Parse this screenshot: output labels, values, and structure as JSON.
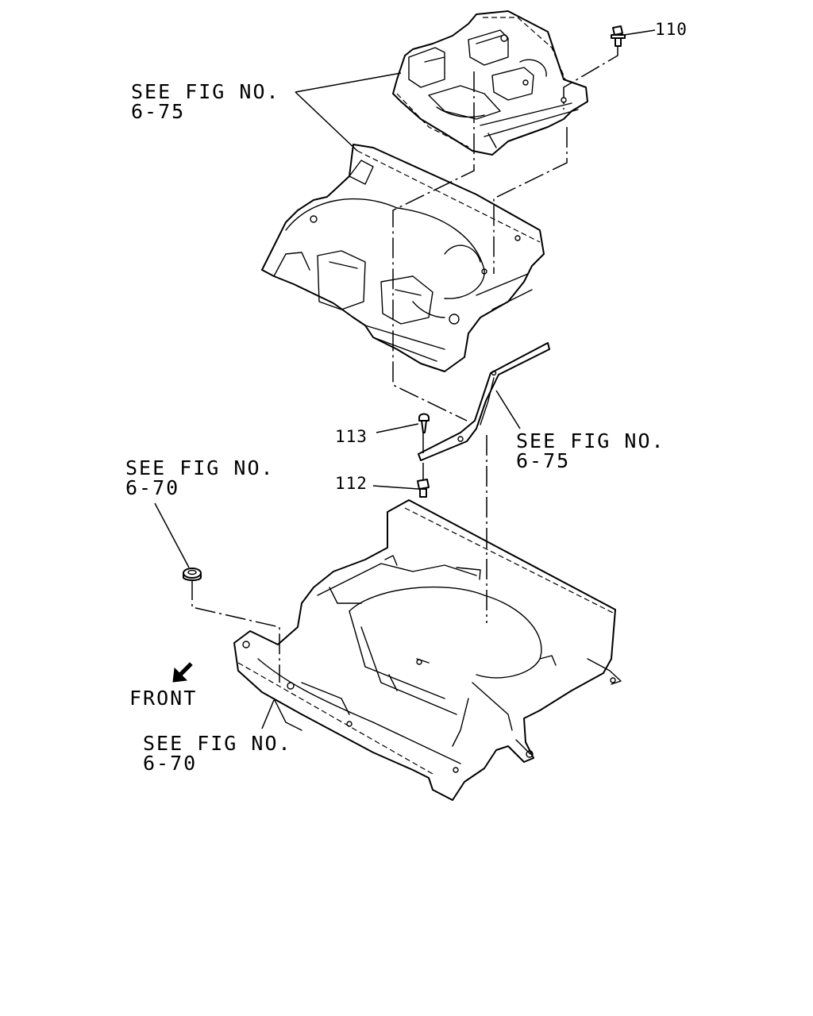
{
  "diagram": {
    "part_numbers": {
      "p110": "110",
      "p113": "113",
      "p112": "112"
    },
    "references": [
      {
        "line1": "SEE FIG NO.",
        "line2": "6-75"
      },
      {
        "line1": "SEE FIG NO.",
        "line2": "6-75"
      },
      {
        "line1": "SEE FIG NO.",
        "line2": "6-70"
      },
      {
        "line1": "SEE FIG NO.",
        "line2": "6-70"
      }
    ],
    "direction_label": "FRONT",
    "icons": {
      "front": "front-arrow-icon",
      "bolt": "bolt-icon",
      "clip": "clip-icon",
      "grommet": "grommet-icon"
    }
  }
}
